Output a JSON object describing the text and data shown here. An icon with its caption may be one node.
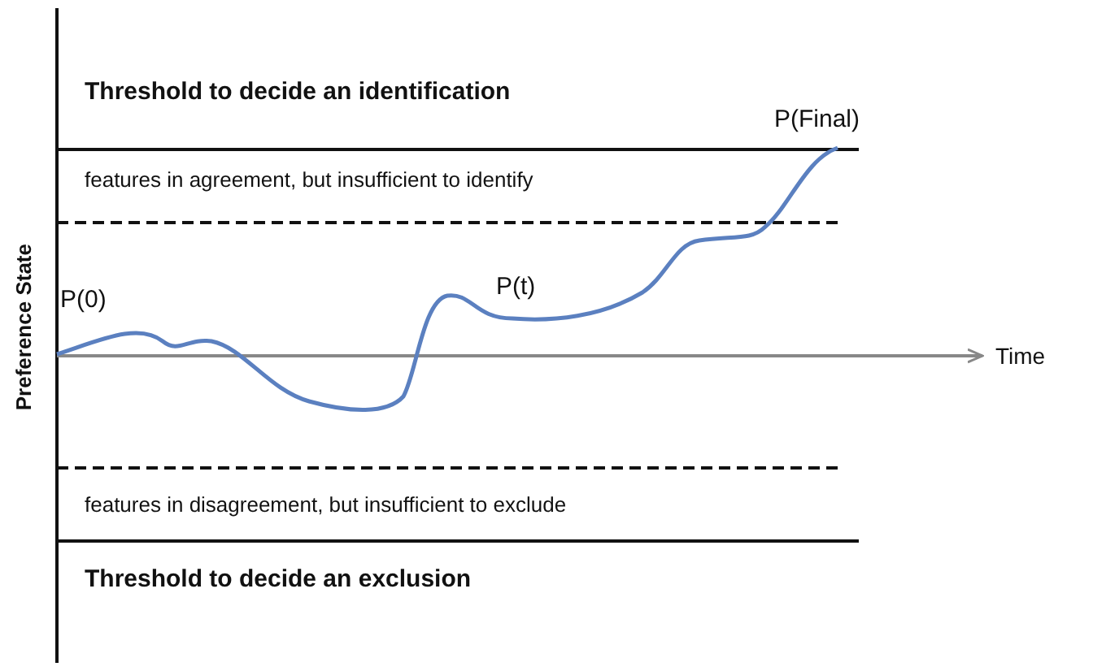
{
  "diagram": {
    "labels": [
      "Threshold to decide an identification",
      "P(Final)",
      "features in agreement, but insufficient to identify",
      "P(0)",
      "P(t)",
      "Preference State",
      "Time",
      "features in disagreement, but insufficient to exclude",
      "Threshold to decide an exclusion"
    ]
  }
}
